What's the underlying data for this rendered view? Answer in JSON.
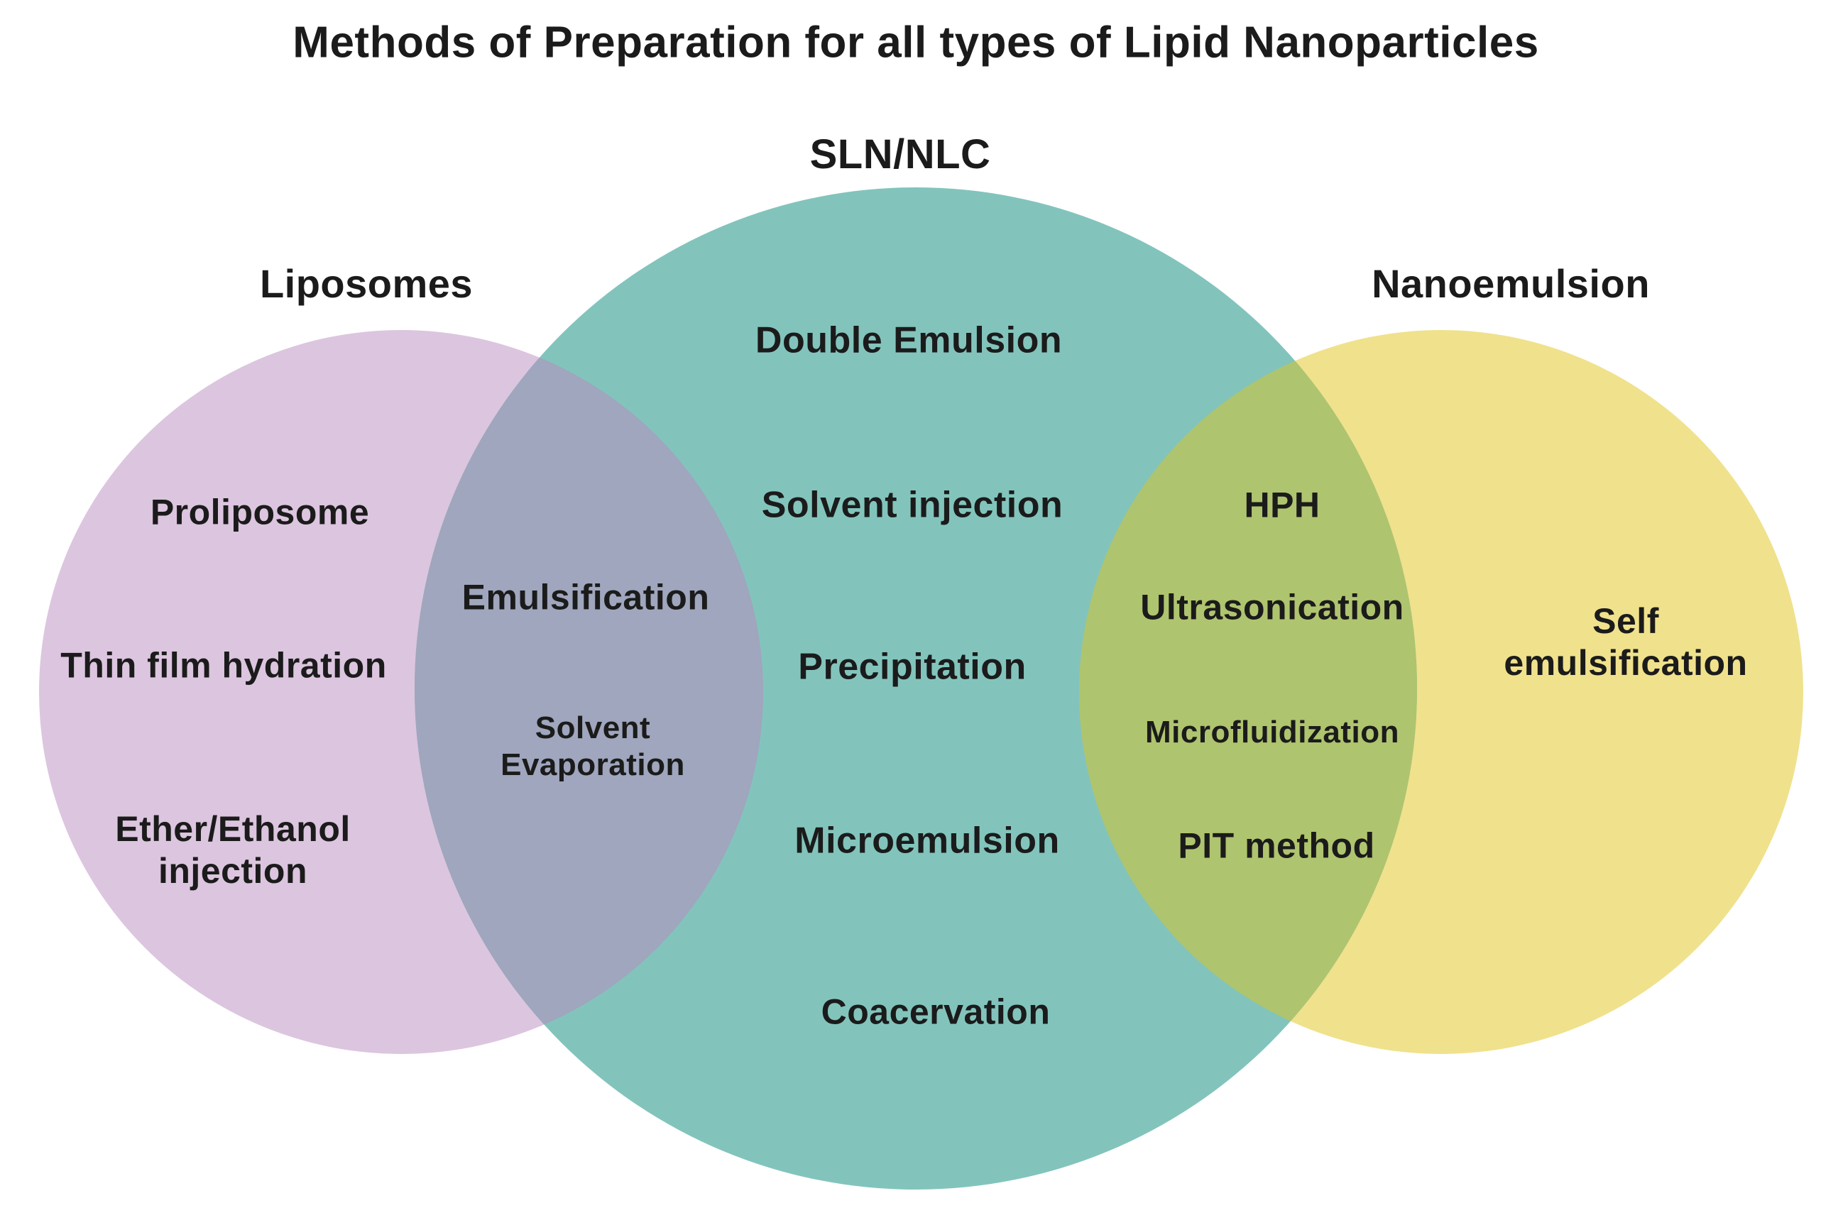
{
  "title": "Methods of Preparation for all types of Lipid Nanoparticles",
  "colors": {
    "background": "#ffffff",
    "text": "#1b1b1b",
    "liposomes_circle": "#dcc5df",
    "sln_nlc_circle": "#82c4bc",
    "nanoemulsion_circle": "#f0e18c",
    "liposomes_sln_overlap": "#9fa6bd",
    "sln_nanoemulsion_overlap": "#afc46e"
  },
  "diagram": {
    "type": "venn",
    "sets": [
      {
        "id": "liposomes",
        "label": "Liposomes",
        "color": "#dcc5df",
        "items": [
          "Proliposome",
          "Thin film hydration",
          "Ether/Ethanol injection"
        ]
      },
      {
        "id": "sln-nlc",
        "label": "SLN/NLC",
        "color": "#82c4bc",
        "items": [
          "Double Emulsion",
          "Solvent injection",
          "Precipitation",
          "Microemulsion",
          "Coacervation"
        ]
      },
      {
        "id": "nanoemulsion",
        "label": "Nanoemulsion",
        "color": "#f0e18c",
        "items": [
          "Self emulsification"
        ]
      }
    ],
    "intersections": [
      {
        "between": [
          "Liposomes",
          "SLN/NLC"
        ],
        "color": "#9fa6bd",
        "items": [
          "Emulsification",
          "Solvent Evaporation"
        ]
      },
      {
        "between": [
          "SLN/NLC",
          "Nanoemulsion"
        ],
        "color": "#afc46e",
        "items": [
          "HPH",
          "Ultrasonication",
          "Microfluidization",
          "PIT method"
        ]
      }
    ]
  }
}
